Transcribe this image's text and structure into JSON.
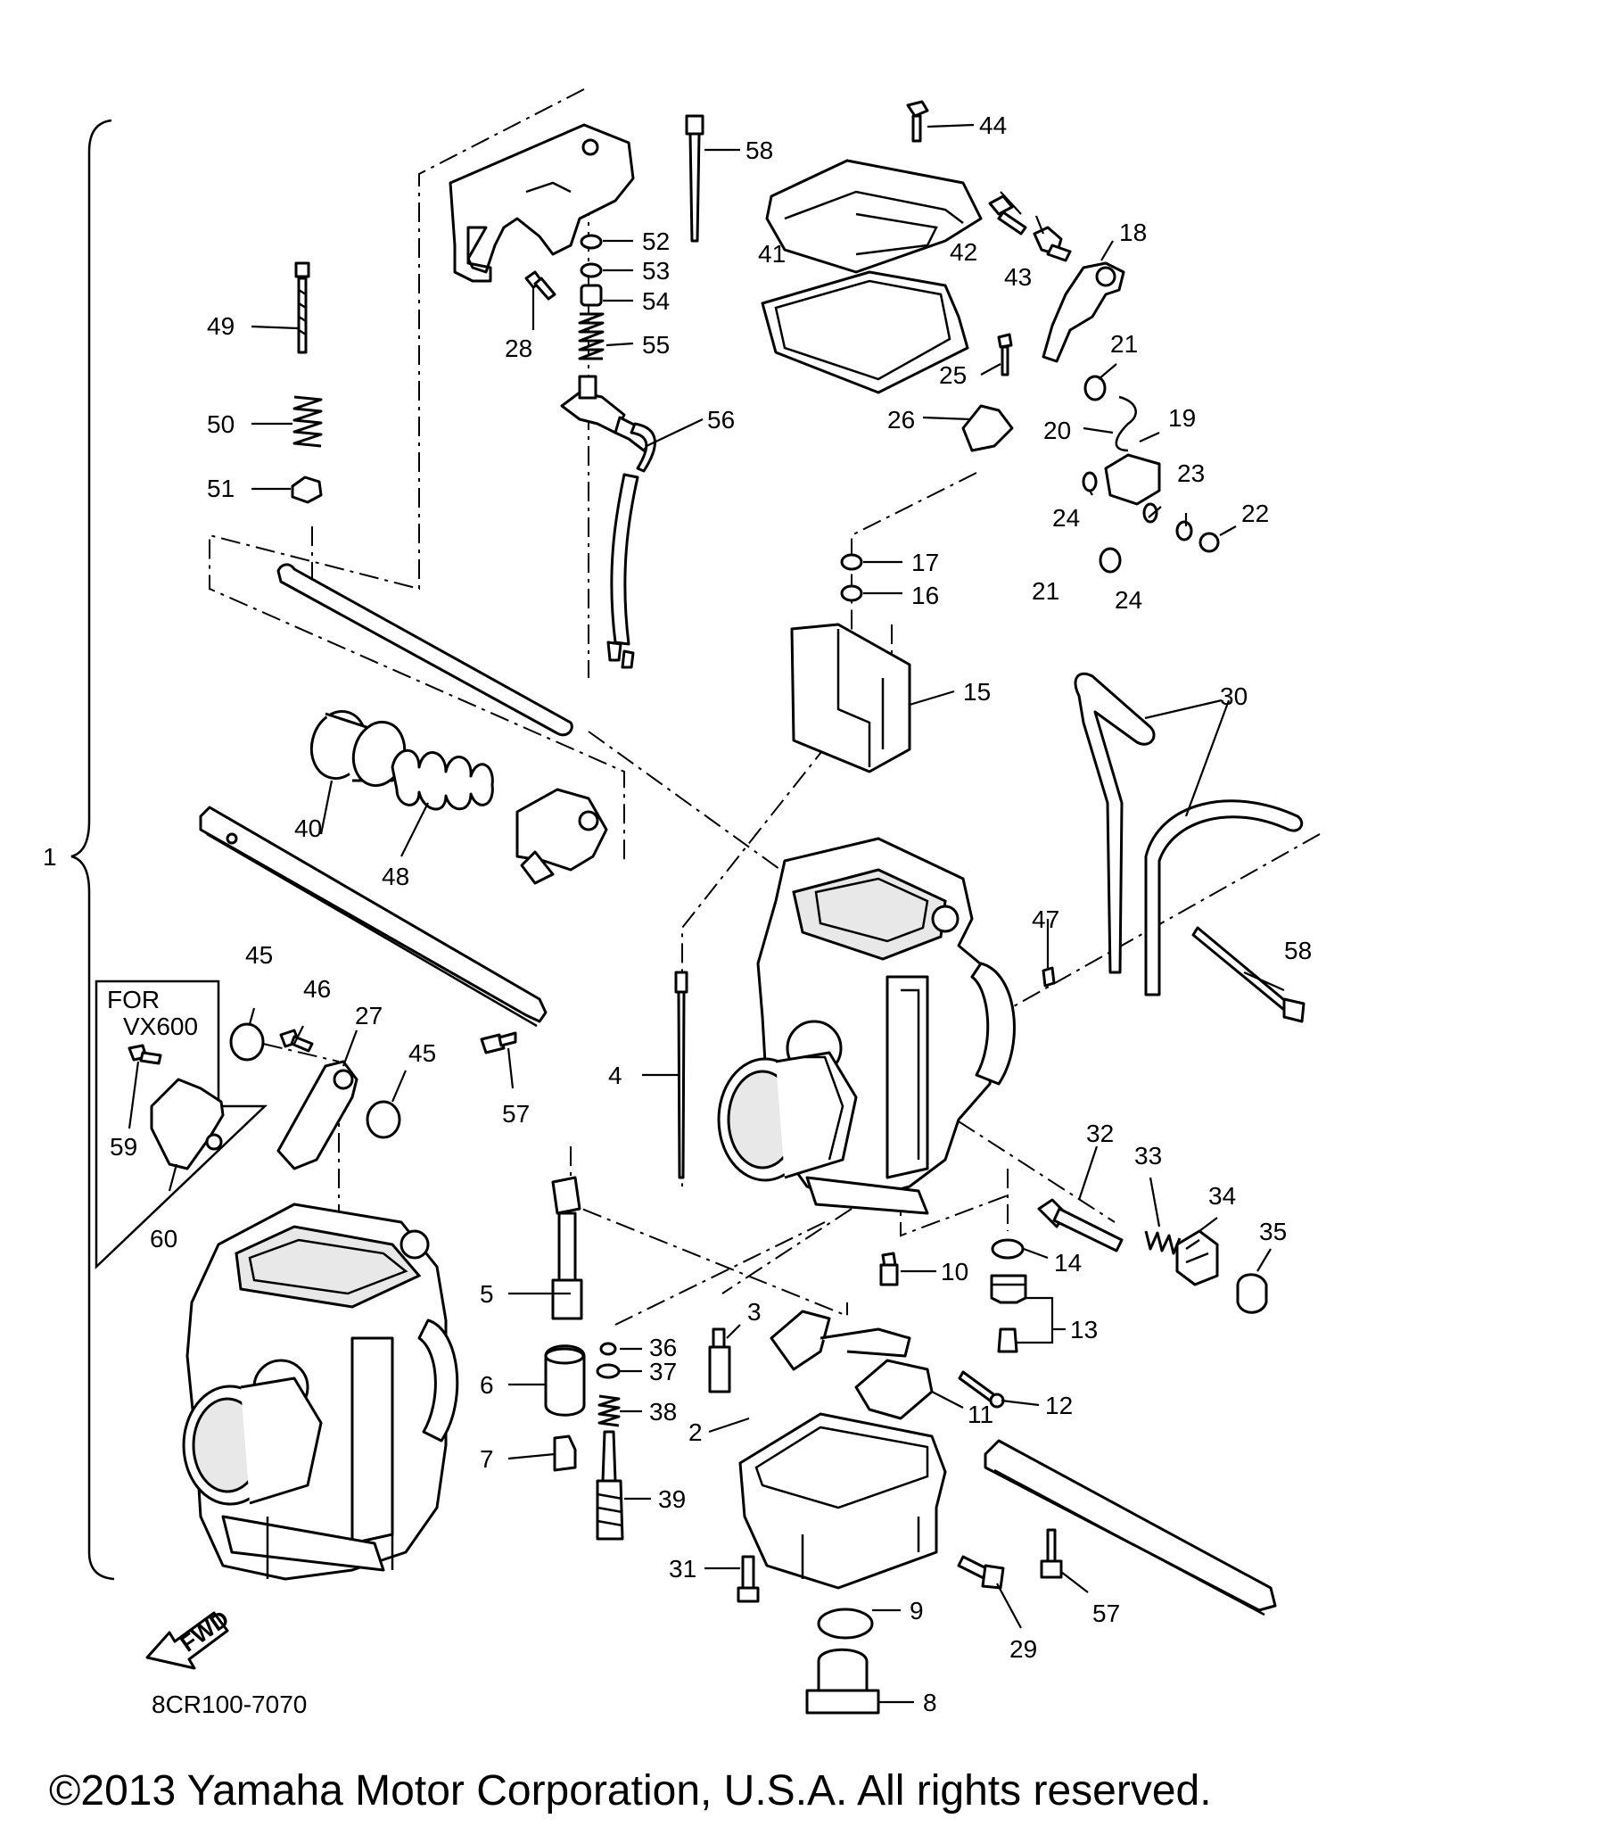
{
  "diagram": {
    "group_label": "1",
    "note_line1": "FOR",
    "note_line2": "VX600",
    "arrow_label": "FWD",
    "figure_code": "8CR100-7070",
    "copyright": "©2013 Yamaha Motor Corporation, U.S.A. All rights reserved.",
    "callouts": {
      "c2": "2",
      "c3": "3",
      "c4": "4",
      "c5": "5",
      "c6": "6",
      "c7": "7",
      "c8": "8",
      "c9": "9",
      "c10": "10",
      "c11": "11",
      "c12": "12",
      "c13": "13",
      "c14": "14",
      "c15": "15",
      "c16": "16",
      "c17": "17",
      "c18": "18",
      "c19": "19",
      "c20": "20",
      "c21a": "21",
      "c21b": "21",
      "c22": "22",
      "c23": "23",
      "c24a": "24",
      "c24b": "24",
      "c25": "25",
      "c26": "26",
      "c27": "27",
      "c28": "28",
      "c29": "29",
      "c30": "30",
      "c31": "31",
      "c32": "32",
      "c33": "33",
      "c34": "34",
      "c35": "35",
      "c36": "36",
      "c37": "37",
      "c38": "38",
      "c39": "39",
      "c40": "40",
      "c41": "41",
      "c42": "42",
      "c43": "43",
      "c44": "44",
      "c45a": "45",
      "c45b": "45",
      "c46": "46",
      "c47": "47",
      "c48": "48",
      "c49": "49",
      "c50": "50",
      "c51": "51",
      "c52": "52",
      "c53": "53",
      "c54": "54",
      "c55": "55",
      "c56": "56",
      "c57a": "57",
      "c57b": "57",
      "c58a": "58",
      "c58b": "58",
      "c59": "59",
      "c60": "60"
    }
  }
}
